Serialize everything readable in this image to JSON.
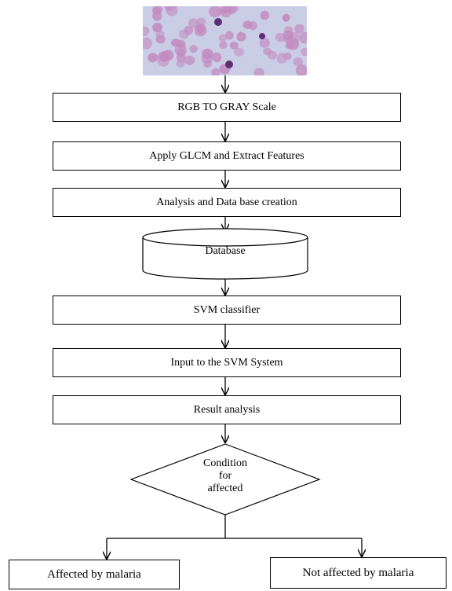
{
  "diagram": {
    "steps": {
      "rgb_to_gray": "RGB TO GRAY Scale",
      "glcm": "Apply GLCM and Extract Features",
      "analysis": "Analysis and Data base creation",
      "database": "Database",
      "svm_classifier": "SVM classifier",
      "input_svm": "Input to the SVM System",
      "result_analysis": "Result analysis"
    },
    "decision": {
      "line1": "Condition",
      "line2": "for",
      "line3": "affected"
    },
    "outcomes": {
      "affected": "Affected by malaria",
      "not_affected": "Not affected by malaria"
    },
    "colors": {
      "line": "#000000",
      "smear_background": "#c9cde6",
      "cell_fill": "#c48bc0",
      "parasite": "#5b2f73"
    }
  }
}
